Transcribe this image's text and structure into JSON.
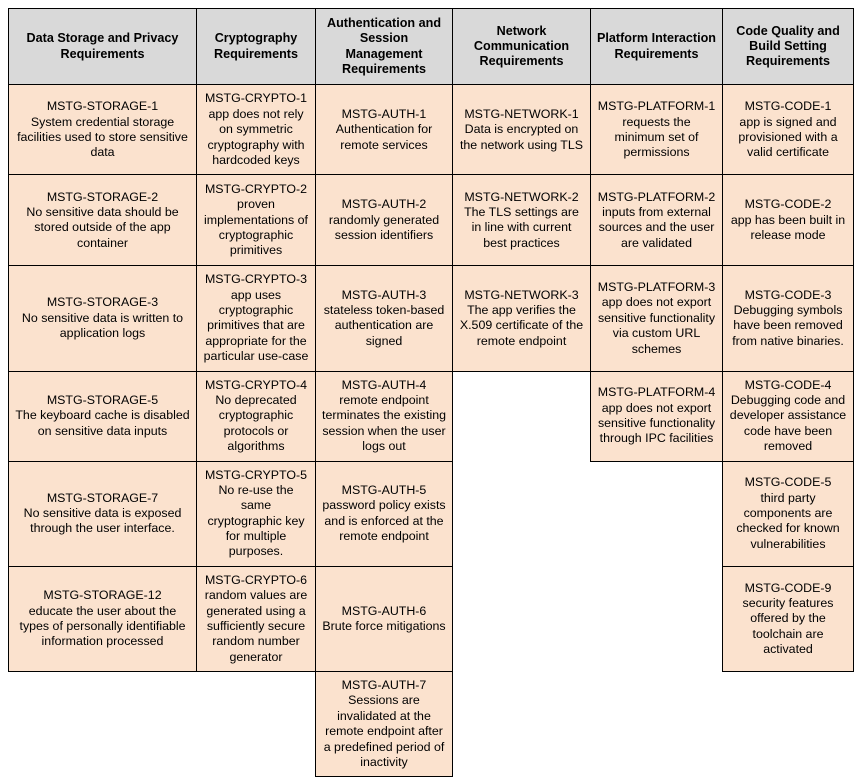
{
  "table": {
    "headers": [
      "Data Storage and Privacy Requirements",
      "Cryptography Requirements",
      "Authentication and Session Management Requirements",
      "Network Communication Requirements",
      "Platform Interaction Requirements",
      "Code Quality and Build Setting Requirements"
    ],
    "colors": {
      "header_background": "#d9d9d9",
      "cell_background": "#fbe2ce",
      "border": "#000000",
      "text": "#000000",
      "page_background": "#ffffff"
    },
    "rows": [
      [
        {
          "id": "MSTG-STORAGE-1",
          "desc": "System credential storage facilities used to store sensitive data"
        },
        {
          "id": "MSTG-CRYPTO-1",
          "desc": "app does not rely on symmetric cryptography with hardcoded keys"
        },
        {
          "id": "MSTG-AUTH-1",
          "desc": "Authentication for remote services"
        },
        {
          "id": "MSTG-NETWORK-1",
          "desc": "Data is encrypted on the network using TLS"
        },
        {
          "id": "MSTG-PLATFORM-1",
          "desc": "requests the minimum set of permissions"
        },
        {
          "id": "MSTG-CODE-1",
          "desc": "app is signed and provisioned with a valid certificate"
        }
      ],
      [
        {
          "id": "MSTG-STORAGE-2",
          "desc": "No sensitive data should be stored outside of the app container"
        },
        {
          "id": "MSTG-CRYPTO-2",
          "desc": "proven implementations of cryptographic primitives"
        },
        {
          "id": "MSTG-AUTH-2",
          "desc": "randomly generated session identifiers"
        },
        {
          "id": "MSTG-NETWORK-2",
          "desc": "The TLS settings are in line with current best practices"
        },
        {
          "id": "MSTG-PLATFORM-2",
          "desc": "inputs from external sources and the user are validated"
        },
        {
          "id": "MSTG-CODE-2",
          "desc": "app has been built in release mode"
        }
      ],
      [
        {
          "id": "MSTG-STORAGE-3",
          "desc": "No sensitive data is written to application logs"
        },
        {
          "id": "MSTG-CRYPTO-3",
          "desc": "app uses cryptographic primitives that are appropriate for the particular use-case"
        },
        {
          "id": "MSTG-AUTH-3",
          "desc": "stateless token-based authentication are signed"
        },
        {
          "id": "MSTG-NETWORK-3",
          "desc": "The app verifies the X.509 certificate of the remote endpoint"
        },
        {
          "id": "MSTG-PLATFORM-3",
          "desc": "app does not export sensitive functionality via custom URL schemes"
        },
        {
          "id": "MSTG-CODE-3",
          "desc": "Debugging symbols have been removed from native binaries."
        }
      ],
      [
        {
          "id": "MSTG-STORAGE-5",
          "desc": "The keyboard cache is disabled on sensitive data inputs"
        },
        {
          "id": "MSTG-CRYPTO-4",
          "desc": "No deprecated cryptographic protocols or algorithms"
        },
        {
          "id": "MSTG-AUTH-4",
          "desc": "remote endpoint terminates the existing session when the user logs out"
        },
        null,
        {
          "id": "MSTG-PLATFORM-4",
          "desc": "app does not export sensitive functionality through IPC facilities"
        },
        {
          "id": "MSTG-CODE-4",
          "desc": "Debugging code and developer assistance code have been removed"
        }
      ],
      [
        {
          "id": "MSTG-STORAGE-7",
          "desc": "No sensitive data is exposed through the user interface."
        },
        {
          "id": "MSTG-CRYPTO-5",
          "desc": "No re-use the same cryptographic key for multiple purposes."
        },
        {
          "id": "MSTG-AUTH-5",
          "desc": "password policy exists and is enforced at the remote endpoint"
        },
        null,
        null,
        {
          "id": "MSTG-CODE-5",
          "desc": "third party components are checked for known vulnerabilities"
        }
      ],
      [
        {
          "id": "MSTG-STORAGE-12",
          "desc": "educate the user about the types of personally identifiable information processed"
        },
        {
          "id": "MSTG-CRYPTO-6",
          "desc": "random values are generated using a sufficiently secure random number generator"
        },
        {
          "id": "MSTG-AUTH-6",
          "desc": "Brute force mitigations"
        },
        null,
        null,
        {
          "id": "MSTG-CODE-9",
          "desc": "security features offered by the toolchain are activated"
        }
      ],
      [
        null,
        null,
        {
          "id": "MSTG-AUTH-7",
          "desc": "Sessions are invalidated at the remote endpoint after a predefined period of inactivity"
        },
        null,
        null,
        null
      ]
    ]
  },
  "chart_data": {
    "type": "table",
    "title": "",
    "columns": [
      "Data Storage and Privacy Requirements",
      "Cryptography Requirements",
      "Authentication and Session Management Requirements",
      "Network Communication Requirements",
      "Platform Interaction Requirements",
      "Code Quality and Build Setting Requirements"
    ],
    "column_counts": [
      6,
      6,
      7,
      3,
      4,
      6
    ],
    "total_entries": 32
  }
}
